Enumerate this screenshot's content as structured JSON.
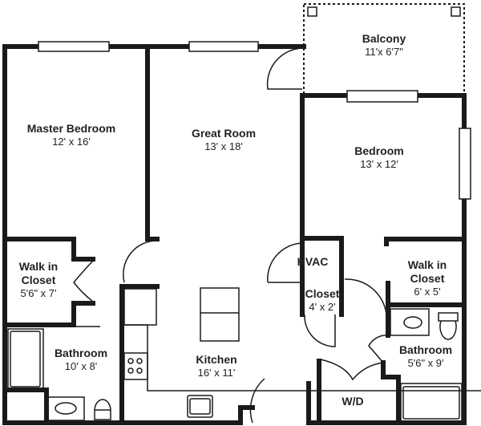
{
  "rooms": [
    {
      "name": "Balcony",
      "dims": "11'x 6'7\""
    },
    {
      "name": "Master Bedroom",
      "dims": "12' x 16'"
    },
    {
      "name": "Great Room",
      "dims": "13' x 18'"
    },
    {
      "name": "Bedroom",
      "dims": "13' x 12'"
    },
    {
      "name": "HVAC",
      "dims": ""
    },
    {
      "name": "Walk in Closet",
      "dims": "5'6\" x 7'"
    },
    {
      "name": "Closet",
      "dims": "4' x 2'"
    },
    {
      "name": "Walk in Closet",
      "dims": "6' x 5'"
    },
    {
      "name": "Bathroom",
      "dims": "10' x 8'"
    },
    {
      "name": "Kitchen",
      "dims": "16' x 11'"
    },
    {
      "name": "Bathroom",
      "dims": "5'6\" x 9'"
    },
    {
      "name": "W/D",
      "dims": ""
    }
  ],
  "colors": {
    "wall": "#1a1a1a",
    "background": "#ffffff"
  }
}
